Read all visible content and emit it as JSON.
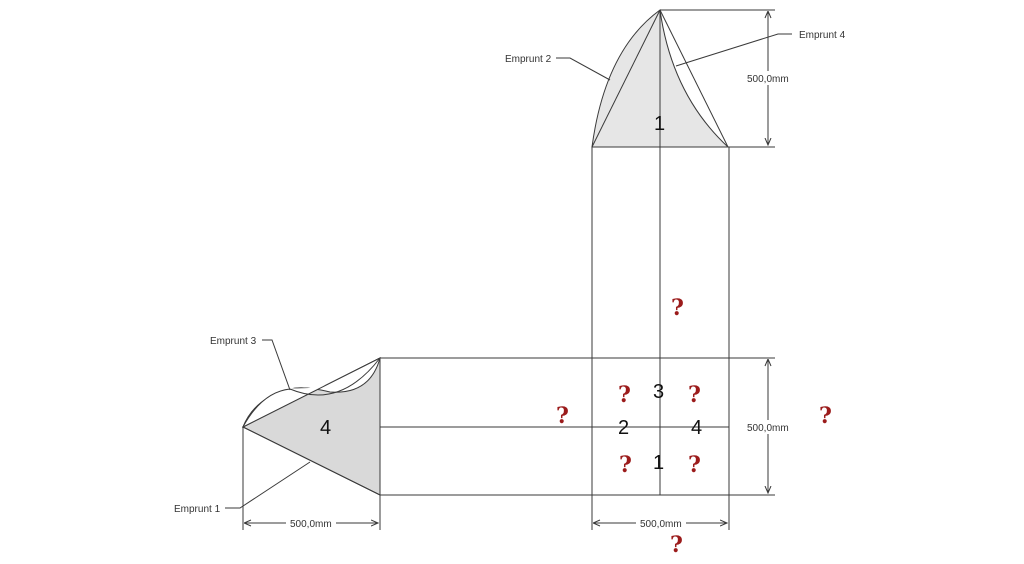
{
  "labels": {
    "emprunt1": "Emprunt 1",
    "emprunt2": "Emprunt 2",
    "emprunt3": "Emprunt 3",
    "emprunt4": "Emprunt 4"
  },
  "dimensions": {
    "left_horizontal": "500,0mm",
    "bottom_horizontal": "500,0mm",
    "right_vertical_top": "500,0mm",
    "right_vertical_bottom": "500,0mm"
  },
  "face_numbers": {
    "top_triangle": "1",
    "left_triangle": "4",
    "center_top": "3",
    "center_left": "2",
    "center_right": "4",
    "center_bottom": "1"
  },
  "marks": {
    "question": "?"
  },
  "colors": {
    "line": "#3a3a3a",
    "shade": "#d9d9d9",
    "question": "#9b1b1b"
  }
}
